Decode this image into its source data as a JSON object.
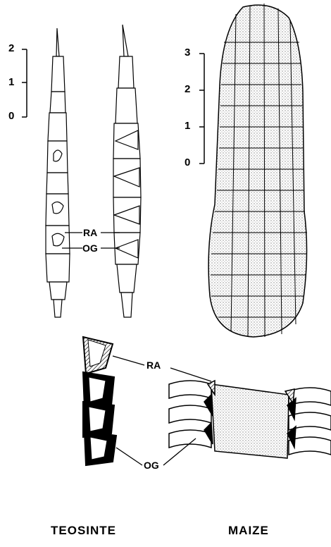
{
  "figure": {
    "teosinte_scale": {
      "ticks": [
        "2",
        "1",
        "0"
      ]
    },
    "maize_scale": {
      "ticks": [
        "3",
        "2",
        "1",
        "0"
      ]
    },
    "callouts": {
      "ra_top": "RA",
      "og_top": "OG",
      "ra_bottom": "RA",
      "og_bottom": "OG"
    },
    "captions": {
      "left": "TEOSINTE",
      "right": "MAIZE"
    }
  },
  "colors": {
    "ink": "#000000",
    "stipple": "#d9d9d9",
    "paper": "#ffffff"
  }
}
